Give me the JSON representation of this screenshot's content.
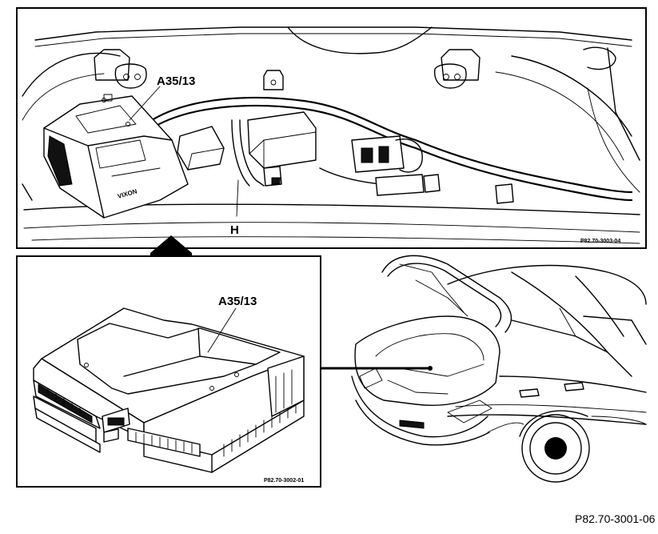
{
  "figure_id": "P82.70-3001-06",
  "top_panel": {
    "code": "P82.70-3003-04",
    "labels": {
      "module": "A35/13",
      "harness": "H"
    },
    "module_brand": "VIXON"
  },
  "detail_panel": {
    "code": "P82.70-3002-01",
    "labels": {
      "module": "A35/13"
    }
  }
}
